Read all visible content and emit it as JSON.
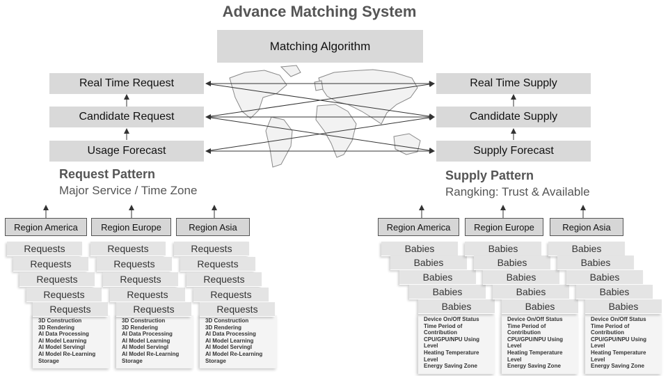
{
  "title": "Advance Matching System",
  "algorithm": "Matching Algorithm",
  "request_stack": [
    "Real Time Request",
    "Candidate Request",
    "Usage Forecast"
  ],
  "supply_stack": [
    "Real Time Supply",
    "Candidate Supply",
    "Supply Forecast"
  ],
  "request_pattern": {
    "title": "Request Pattern",
    "subtitle": "Major Service / Time Zone"
  },
  "supply_pattern": {
    "title": "Supply Pattern",
    "subtitle": "Rangking: Trust & Available"
  },
  "request_regions": [
    "Region America",
    "Region Europe",
    "Region Asia"
  ],
  "supply_regions": [
    "Region America",
    "Region Europe",
    "Region Asia"
  ],
  "request_card_label": "Requests",
  "supply_card_label": "Babies",
  "request_details": [
    "3D Construction",
    "3D Rendering",
    "AI Data Processing",
    "AI Model Learning",
    "AI Model Servingl",
    "AI Model Re-Learning",
    "Storage"
  ],
  "supply_details": [
    "Device On/Off Status",
    "Time Period of",
    "Contribution",
    "CPU/GPU/NPU Using",
    "Level",
    "Heating Temperature",
    "Level",
    "Energy Saving Zone"
  ],
  "colors": {
    "box": "#d9d9d9",
    "heading": "#555555",
    "map": "#f2f2f2"
  }
}
